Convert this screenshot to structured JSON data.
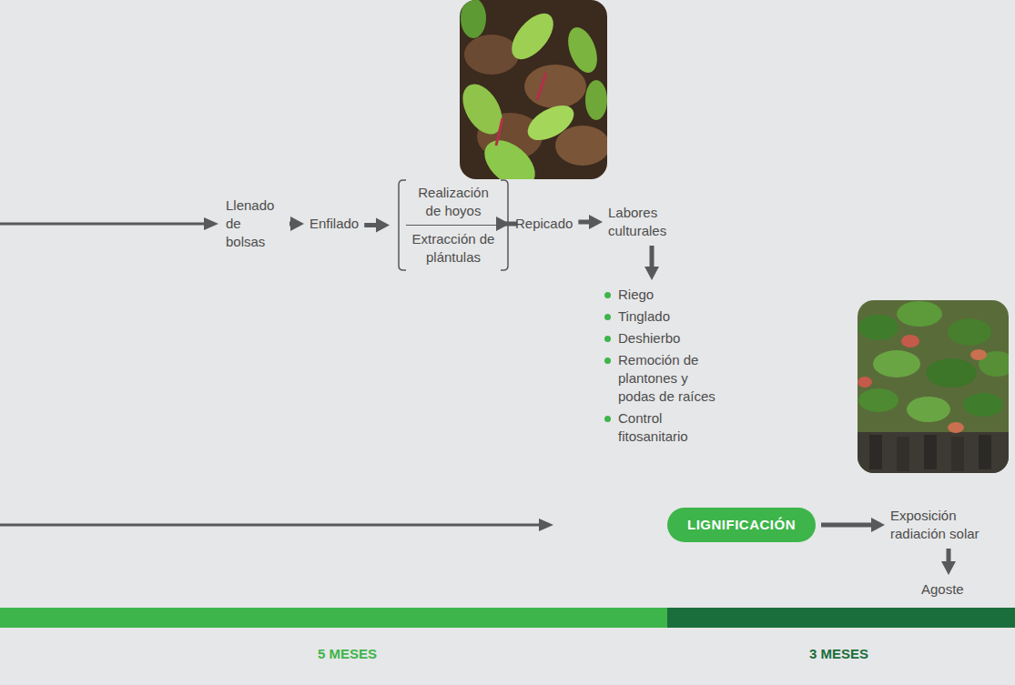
{
  "diagram": {
    "nodes": [
      {
        "text": [
          "Llenado de bolsas"
        ]
      },
      {
        "text": [
          "Enfilado"
        ]
      },
      {
        "text": [
          "Realización de hoyos",
          "Extracción de plántulas"
        ]
      },
      {
        "text": [
          "Repicado"
        ]
      },
      {
        "text": [
          "Labores culturales"
        ]
      },
      {
        "text": [
          "Riego",
          "Tinglado",
          "Deshierbo",
          "Remoción de plantones y podas de raíces",
          "Control fitosanitario"
        ]
      },
      {
        "text": [
          "LIGNIFICACIÓN"
        ]
      },
      {
        "text": [
          "Exposición radiación solar"
        ]
      },
      {
        "text": [
          "Agoste"
        ]
      }
    ],
    "edges": [
      {
        "from": 0,
        "to": 1,
        "arrow": "to"
      },
      {
        "from": 1,
        "to": 2,
        "arrow": "to"
      },
      {
        "from": 2,
        "to": 3,
        "arrow": "to"
      },
      {
        "from": 3,
        "to": 4,
        "arrow": "to"
      },
      {
        "from": 4,
        "to": 5,
        "arrow": "to"
      },
      {
        "from": 6,
        "to": 7,
        "arrow": "to"
      },
      {
        "from": 7,
        "to": 8,
        "arrow": "to"
      }
    ],
    "labels": [
      "5 MESES",
      "3 MESES"
    ]
  }
}
